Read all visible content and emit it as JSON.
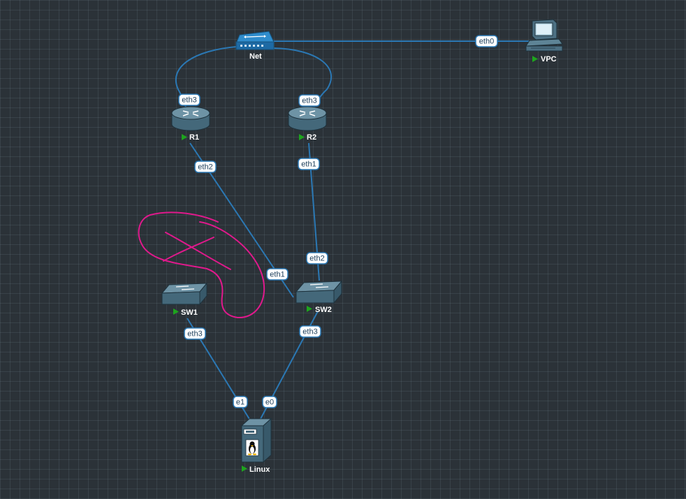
{
  "colors": {
    "background": "#2b3238",
    "link": "#2b78b4",
    "device": "#4d7083",
    "status": "#1ea51e",
    "annotation": "#e0198c"
  },
  "nodes": {
    "net": {
      "label": "Net",
      "icon": "cloud-switch-icon"
    },
    "vpc": {
      "label": "VPC",
      "icon": "computer-icon"
    },
    "r1": {
      "label": "R1",
      "icon": "router-icon"
    },
    "r2": {
      "label": "R2",
      "icon": "router-icon"
    },
    "sw1": {
      "label": "SW1",
      "icon": "switch-icon"
    },
    "sw2": {
      "label": "SW2",
      "icon": "switch-icon"
    },
    "linux": {
      "label": "Linux",
      "icon": "linux-server-icon"
    }
  },
  "links": {
    "net_vpc": {
      "iface": "eth0"
    },
    "net_r1": {
      "iface": "eth3"
    },
    "net_r2": {
      "iface": "eth3"
    },
    "r1_sw2": {
      "iface_a": "eth2",
      "iface_b": "eth1"
    },
    "r2_sw2": {
      "iface_a": "eth1",
      "iface_b": "eth2"
    },
    "sw1_linux": {
      "iface_a": "eth3",
      "iface_b": "e1"
    },
    "sw2_linux": {
      "iface_a": "eth3",
      "iface_b": "e0"
    }
  }
}
